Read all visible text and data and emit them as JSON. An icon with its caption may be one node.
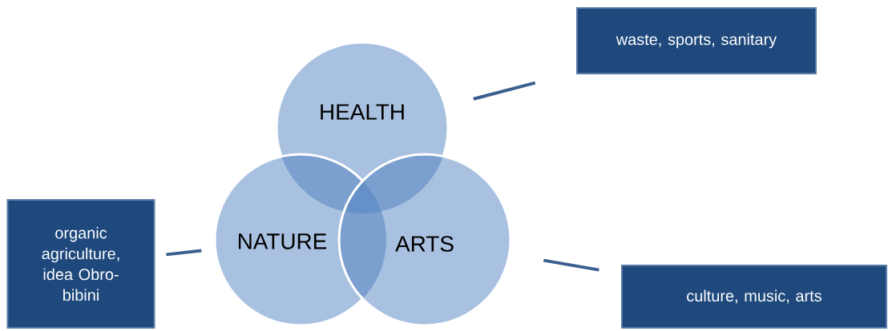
{
  "diagram": {
    "nodes": [
      {
        "text": [
          "HEALTH"
        ]
      },
      {
        "text": [
          "NATURE"
        ]
      },
      {
        "text": [
          "ARTS"
        ]
      },
      {
        "text": [
          "waste, sports, sanitary"
        ]
      },
      {
        "text": [
          "organic agriculture, idea Obro-bibini"
        ]
      },
      {
        "text": [
          "culture, music, arts"
        ]
      }
    ],
    "edges": [
      {
        "from": 3,
        "to": 0,
        "arrow": "none"
      },
      {
        "from": 4,
        "to": 1,
        "arrow": "none"
      },
      {
        "from": 5,
        "to": 2,
        "arrow": "none"
      }
    ]
  }
}
